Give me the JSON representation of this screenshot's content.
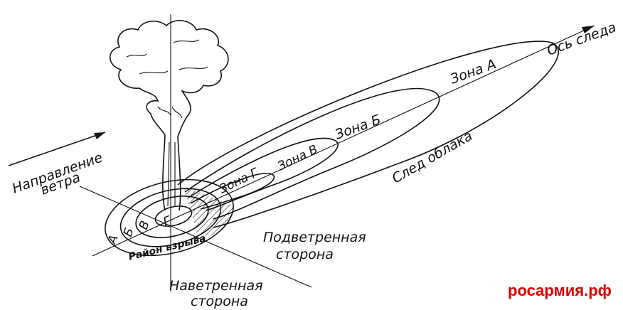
{
  "labels": {
    "wind_direction": [
      "Направление",
      "ветра"
    ],
    "trace_axis": "Ось следа",
    "cloud_trace": "След облака",
    "leeward_side": [
      "Подветренная",
      "сторона"
    ],
    "windward_side": [
      "Наветренная",
      "сторона"
    ],
    "explosion_area": "Район взрыва",
    "zones": {
      "a": "Зона А",
      "b": "Зона Б",
      "v": "Зона В",
      "g": "Зона Г"
    },
    "ring_letters": {
      "a": "А",
      "b": "Б",
      "v": "В",
      "g": "Г"
    }
  },
  "watermark": "росармия.рф",
  "colors": {
    "ink": "#111111",
    "watermark": "#e00000",
    "background": "#ffffff"
  }
}
